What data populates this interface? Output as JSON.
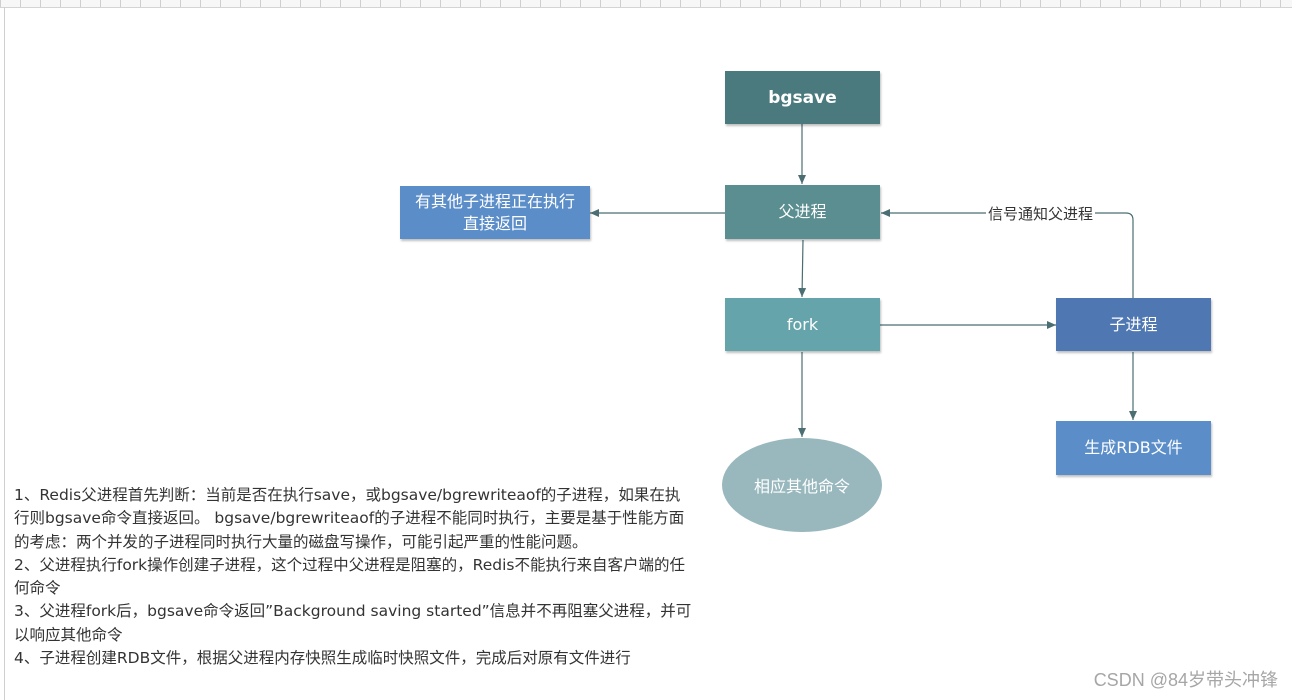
{
  "diagram": {
    "nodes": {
      "bgsave": "bgsave",
      "parent": "父进程",
      "busy_line1": "有其他子进程正在执行",
      "busy_line2": "直接返回",
      "fork": "fork",
      "child": "子进程",
      "respond": "相应其他命令",
      "rdb": "生成RDB文件"
    },
    "edge_labels": {
      "signal": "信号通知父进程"
    },
    "colors": {
      "bgsave": "#4a7a7e",
      "parent": "#5b8e90",
      "busy": "#5b8ec9",
      "fork": "#64a4aa",
      "child": "#4f78b2",
      "respond": "#98b8be",
      "rdb": "#5b8ec9",
      "line": "#4a6e72"
    }
  },
  "notes": [
    "1、Redis父进程首先判断：当前是否在执行save，或bgsave/bgrewriteaof的子进程，如果在执行则bgsave命令直接返回。 bgsave/bgrewriteaof的子进程不能同时执行，主要是基于性能方面的考虑：两个并发的子进程同时执行大量的磁盘写操作，可能引起严重的性能问题。",
    "2、父进程执行fork操作创建子进程，这个过程中父进程是阻塞的，Redis不能执行来自客户端的任何命令",
    "3、父进程fork后，bgsave命令返回”Background saving started”信息并不再阻塞父进程，并可以响应其他命令",
    "4、子进程创建RDB文件，根据父进程内存快照生成临时快照文件，完成后对原有文件进行"
  ],
  "watermark": "CSDN @84岁带头冲锋"
}
